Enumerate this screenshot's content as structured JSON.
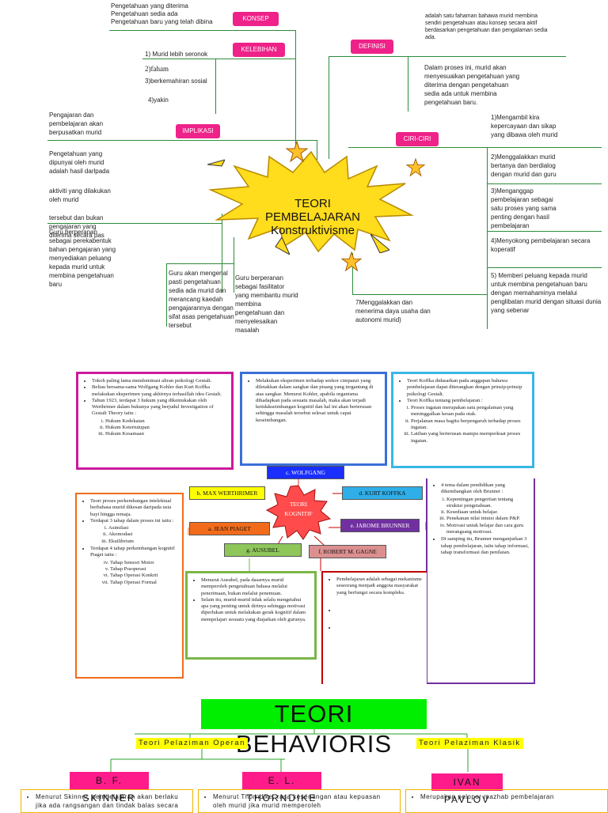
{
  "mindmap": {
    "title_line1": "TEORI PEMBELAJARAN",
    "title_line2": "Konstruktivisme",
    "konsep": {
      "label": "KONSEP",
      "lines": [
        "Pengetahuan yang diterima",
        "Pengetahuan sedia ada",
        "Pengetahuan baru yang telah dibina"
      ]
    },
    "kelebihan": {
      "label": "KELEBIHAN",
      "items": [
        "1) Murid lebih seronok",
        "2)faham",
        "3)berkemahiran sosial",
        "4)yakin"
      ]
    },
    "definisi": {
      "label": "DEFINISI",
      "text1": "adalah satu fahaman bahawa murid membina sendiri pengetahuan atau konsep secara aktif berdasarkan pengetahuan dan pengalaman sedia ada.",
      "text2": "Dalam proses ini, murid akan menyesuaikan pengetahuan yang diterima dengan pengetahuan sedia ada untuk membina pengetahuan baru."
    },
    "implikasi": {
      "label": "IMPLIKASI",
      "text1": "Pengajaran dan pembelajaran akan berpusatkan murid",
      "text2": "Pengetahuan yang dipunyai oleh murid adalah hasil darlpada",
      "text3": "aktiviti yang dilakukan oleh murid",
      "text4": "tersebut dan bukan pengajaran yang diterima secara pas",
      "text5": "Guru berperanan sebagai perekabentuk bahan pengajaran yang menyediakan peluang kepada murid untuk membina pengetahuan baru"
    },
    "ciri": {
      "label": "CIRI-CIRI",
      "items": [
        "1)Mengambil kira kepercayaan dan sikap yang dibawa oleh murid",
        "2)Menggalakkan murid bertanya dan berdialog dengan murid dan guru",
        "3)Menganggap pembelajaran sebagai satu proses yang sama penting dengan hasil pembelajaran",
        "4)Menyokong pembelajaran secara koperatif",
        "5) Memberi peluang kepada murid untuk membina pengetahuan baru dengan memahaminya melalui penglibatan murid dengan situasi dunia yang sebenar"
      ]
    },
    "bottom1": "Guru akan mengenal pasti pengetahuan sedia ada murid dan merancang kaedah pengajarannya dengan sifat asas pengetahuan tersebut",
    "bottom2": "Guru berperanan sebagai fasilitator yang membantu murid membina pengetahuan dan menyelesaikan masalah",
    "bottom3": "7Menggalakkan dan menerima daya usaha dan autonomi murid)"
  },
  "kognitif": {
    "center_line1": "TEORI",
    "center_line2": "KOGNITIF",
    "labels": {
      "wolfgang": "c. WOLFGANG",
      "max": "b. MAX WERTHRIMER",
      "kurt": "d. KURT KOFFKA",
      "jean": "a. JEAN PIAGET",
      "jarome": "e. JAROME BRUNNER",
      "ausubel": "g. AUSUBEL",
      "gagne": "f. ROBERT M. GAGNE"
    },
    "box_max": {
      "items": [
        "Tokoh paling lama mendominasi aliran psikologi Gestalt.",
        "Beliau bersama-sama Wolfgang Kohler dan Kurt Koffka melakukan eksperimen yang akhirnya terhasillah idea Gestalt.",
        "Tahun 1923, terdapat 3 hukum yang dikemukakan oleh Werthrimer dalam bukunya yang berjudul Investigation of Gestalt Theory iaitu :"
      ],
      "sub": [
        "Hukum Kedekatan",
        "Hukum Ketertutupan",
        "Hukum Kesamaan"
      ]
    },
    "box_wolfgang": {
      "items": [
        "Melakukan eksperimen terhadap seekor cimpanzi yang diletakkan dalam sangkar dan pisang yang tergantung di atas sangkar. Menurut Kohler, apabila organisma dihadapkan pada sesuatu masalah, maka akan terjadi ketidakseimbangan kognitif dan hal ini akan berterusan sehingga masalah tersebut selesai untuk capai keseimbangan."
      ]
    },
    "box_kurt": {
      "items": [
        "Teori Koffka didasarkan pada anggapan bahawa pembelajaran dapat diterangkan dengan prinsip-prinsip psikologi Gestalt.",
        "Teori Koffka tentang pembelajaran :"
      ],
      "sub": [
        "Proses ingatan merupakan satu pengalaman yang meninggalkan kesan pada otak.",
        "Perjalanan masa bagitu berpengaruh terhadap proses ingatan.",
        "Latihan yang berterusan mampu memperkuat proses ingatan."
      ]
    },
    "box_jean": {
      "items": [
        "Teori proses perkembangan intelektual berbahasa murid dikesan daripada usia bayi hingga remaja.",
        "Terdapat 3 tahap dalam proses ini iaitu :"
      ],
      "sub1": [
        "Asimilasi",
        "Akomodasi",
        "Ekuilibrium"
      ],
      "item3": "Terdapat 4 tahap perkembangan kognitif Piaget iaitu :",
      "sub2": [
        "Tahap Sensori Motor",
        "Tahap Praoperasi",
        "Tahap Operasi Konkrit",
        "Tahap Operasi Formal"
      ]
    },
    "box_jarome": {
      "items": [
        "4 tema dalam pendidikan yang dikembangkan oleh Brunner :"
      ],
      "sub": [
        "Kepentingan pengertian tentang struktur pengetahuan.",
        "Kesediaan untuk belajar.",
        "Penekanan nilai intuisi dalam P&P.",
        "Motivasi untuk belajar dan cara guru merangsang motivasi."
      ],
      "item2": "Di samping itu, Brunner menganjurkan 3 tahap pembelajaran, iaitu tahap informasi, tahap transformasi dan penilaian."
    },
    "box_ausubel": {
      "items": [
        "Menurut Ausubel, pada dasarnya murid memperoleh pengetahuan bahasa melalui penerimaan, bukan melalui penemuan.",
        "Selain itu, murid-murid tidak selalu mengetahui apa yang penting untuk dirinya sehingga motivasi diperlukan untuk melakukan gerak kognitif dalam mempelajari sesuatu yang diajarkan oleh gurunya."
      ]
    },
    "box_gagne": {
      "items": [
        "Pembelajaran adalah sebagai mekanisme seseorang menjadi anggota masyarakat yang berfungsi secara kompleks.",
        "",
        ""
      ]
    }
  },
  "behavioris": {
    "title": "TEORI BEHAVIORIS",
    "operan": "Teori Pelaziman Operan",
    "klasik": "Teori Pelaziman Klasik",
    "skinner": "B. F. SKINNER",
    "thorndike": "E. L. THORNDIKE",
    "pavlov": "IVAN PAVLOV",
    "skinner_text": "Menurut Skinner, pembelajaran akan berlaku jika ada rangsangan dan tindak balas secara",
    "thorndike_text": "Menurut Thorndike, rasa kesenangan atau kepuasan oleh murid jika murid memperoleh",
    "pavlov_text": "Merupakan pelopor mazhab pembelajaran"
  },
  "colors": {
    "pink": "#ee2288",
    "green_line": "#2e8b3a",
    "star_yellow": "#ffdc1c",
    "red_star": "#ff4b4b"
  }
}
